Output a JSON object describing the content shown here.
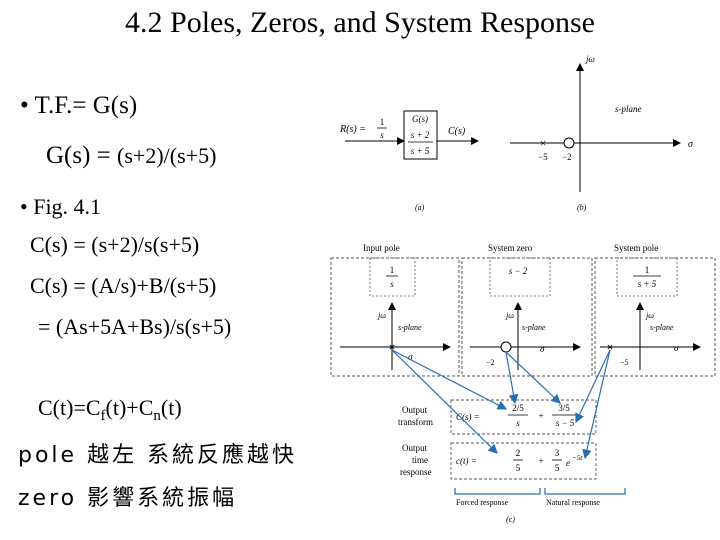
{
  "title": "4.2  Poles, Zeros, and System Response",
  "bullets": {
    "b1_line1": "• T.F.= G(s)",
    "b1_line2_a": "G(s) = ",
    "b1_line2_b": "(s+2)/(s+5)",
    "b2": "• Fig. 4.1",
    "c1": "C(s) = (s+2)/s(s+5)",
    "c2": "C(s) = (A/s)+B/(s+5)",
    "c3": "= (As+5A+Bs)/s(s+5)"
  },
  "response": {
    "a": "C(t)=C",
    "f": "f",
    "b": "(t)+C",
    "n": "n",
    "c": "(t)"
  },
  "notes": {
    "pole": "pole 越左 系統反應越快",
    "zero": "zero 影響系統振幅"
  },
  "figure": {
    "a": {
      "input": "R(s) = ",
      "input_num": "1",
      "input_den": "s",
      "block_top": "G(s)",
      "block_num": "s + 2",
      "block_den": "s + 5",
      "output": "C(s)",
      "caption": "(a)"
    },
    "b": {
      "jw": "jω",
      "plane": "s-plane",
      "sigma": "σ",
      "m5": "−5",
      "m2": "−2",
      "caption": "(b)"
    },
    "c": {
      "input_pole": "Input pole",
      "system_zero": "System zero",
      "system_pole": "System pole",
      "frac1_num": "1",
      "frac1_den": "s",
      "zero_expr": "s − 2",
      "frac3_num": "1",
      "frac3_den": "s + 5",
      "jw": "jω",
      "plane": "s-plane",
      "sigma": "σ",
      "m2": "−2",
      "m5": "−5",
      "output_transform_1": "Output",
      "output_transform_2": "transform",
      "cs": "C(s) =",
      "t1_num": "2/5",
      "t1_den": "s",
      "plus": "+",
      "t2_num": "3/5",
      "t2_den": "s − 5",
      "output_time_1": "Output",
      "output_time_2": "time",
      "output_time_3": "response",
      "ct": "c(t) =",
      "r1_num": "2",
      "r1_den": "5",
      "r2_num": "3",
      "r2_den": "5",
      "exp_base": "e",
      "exp_sup": "−5t",
      "forced": "Forced response",
      "natural": "Natural response",
      "caption": "(c)"
    }
  }
}
